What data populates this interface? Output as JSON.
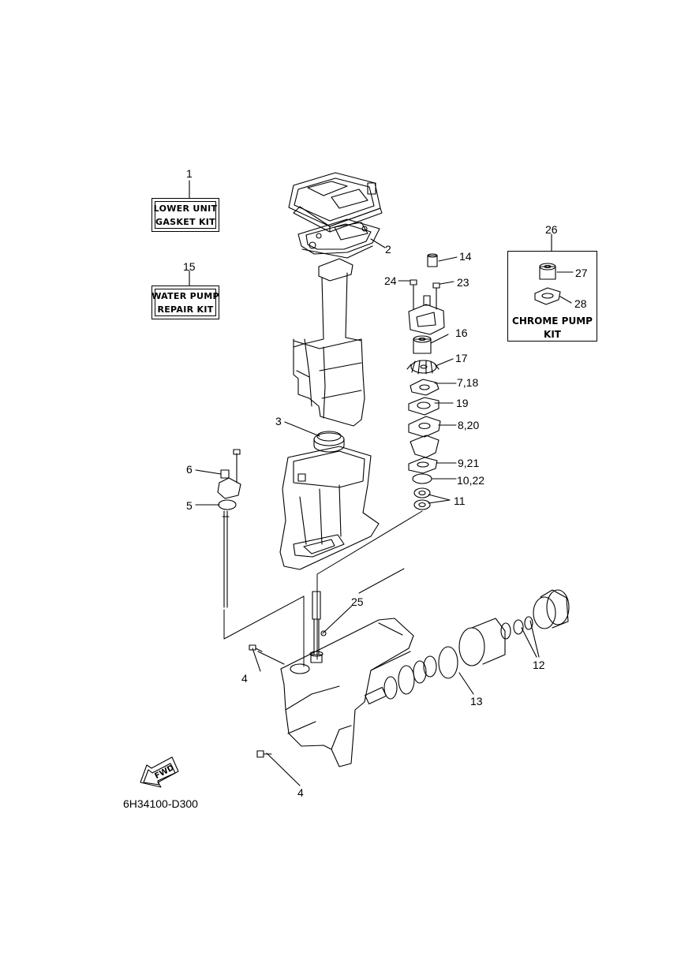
{
  "kits": {
    "lower_unit_gasket": {
      "number": "1",
      "lines": [
        "LOWER UNIT",
        "GASKET KIT"
      ]
    },
    "water_pump_repair": {
      "number": "15",
      "lines": [
        "WATER PUMP",
        "REPAIR KIT"
      ]
    },
    "chrome_pump": {
      "number": "26",
      "lines": [
        "CHROME PUMP",
        "KIT"
      ]
    }
  },
  "callouts": {
    "p2": "2",
    "p3": "3",
    "p4a": "4",
    "p4b": "4",
    "p5": "5",
    "p6": "6",
    "p7_18": "7,18",
    "p8_20": "8,20",
    "p9_21": "9,21",
    "p10_22": "10,22",
    "p11": "11",
    "p12": "12",
    "p13": "13",
    "p14": "14",
    "p16": "16",
    "p17": "17",
    "p19": "19",
    "p23": "23",
    "p24": "24",
    "p25": "25",
    "p27": "27",
    "p28": "28"
  },
  "fwd_label": "FWD",
  "drawing_code": "6H34100-D300",
  "icons": [
    "fwd-arrow-icon"
  ],
  "colors": {
    "line": "#000000",
    "background": "#ffffff"
  }
}
